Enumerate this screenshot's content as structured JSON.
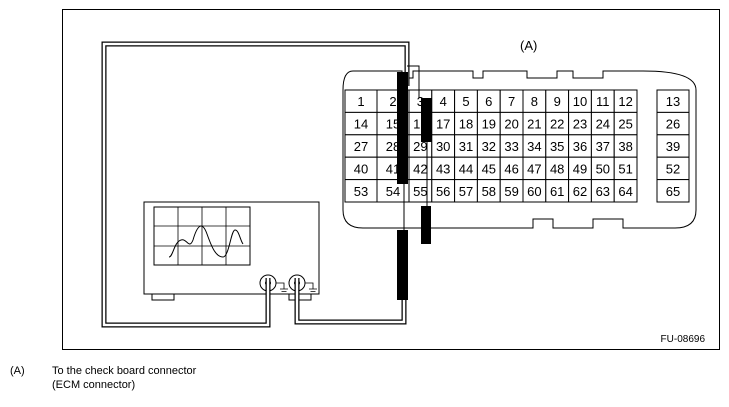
{
  "figure_label": "(A)",
  "figure_code": "FU-08696",
  "legend": {
    "key": "(A)",
    "line1": "To the check board connector",
    "line2": "(ECM connector)"
  },
  "connector": {
    "main_rows": [
      [
        "1",
        "2",
        "3",
        "4",
        "5",
        "6",
        "7",
        "8",
        "9",
        "10",
        "11",
        "12"
      ],
      [
        "14",
        "15",
        "16",
        "17",
        "18",
        "19",
        "20",
        "21",
        "22",
        "23",
        "24",
        "25"
      ],
      [
        "27",
        "28",
        "29",
        "30",
        "31",
        "32",
        "33",
        "34",
        "35",
        "36",
        "37",
        "38"
      ],
      [
        "40",
        "41",
        "42",
        "43",
        "44",
        "45",
        "46",
        "47",
        "48",
        "49",
        "50",
        "51"
      ],
      [
        "53",
        "54",
        "55",
        "56",
        "57",
        "58",
        "59",
        "60",
        "61",
        "62",
        "63",
        "64"
      ]
    ],
    "side_column": [
      "13",
      "26",
      "39",
      "52",
      "65"
    ]
  }
}
